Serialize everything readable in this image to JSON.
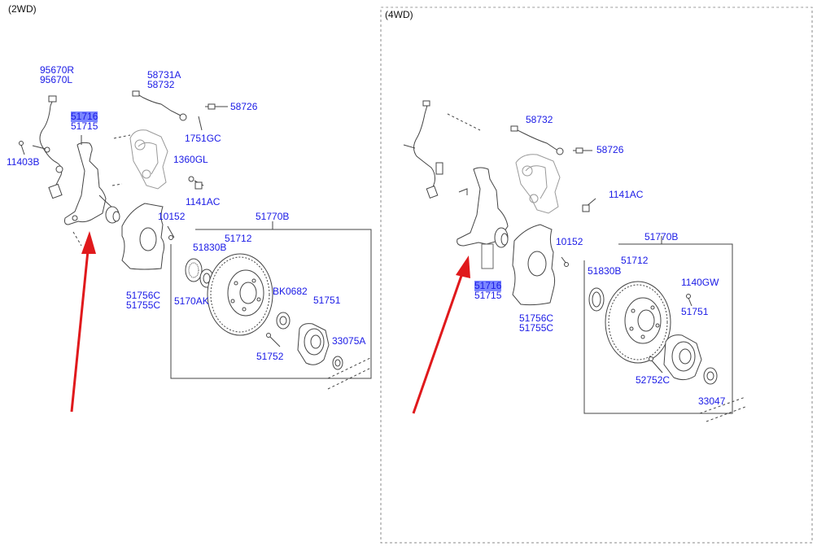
{
  "headings": {
    "left": "(2WD)",
    "right": "(4WD)"
  },
  "colors": {
    "callout_text": "#1a1ae6",
    "callout_highlight": "#7b86ff",
    "line": "#444444",
    "arrow": "#e0191c"
  },
  "callouts_2wd": [
    {
      "id": "95670r",
      "text": "95670R",
      "highlight": false
    },
    {
      "id": "95670l",
      "text": "95670L",
      "highlight": false
    },
    {
      "id": "51716",
      "text": "51716",
      "highlight": true
    },
    {
      "id": "51715",
      "text": "51715",
      "highlight": false
    },
    {
      "id": "11403b",
      "text": "11403B",
      "highlight": false
    },
    {
      "id": "58731a",
      "text": "58731A",
      "highlight": false
    },
    {
      "id": "58732",
      "text": "58732",
      "highlight": false
    },
    {
      "id": "58726",
      "text": "58726",
      "highlight": false
    },
    {
      "id": "1751gc",
      "text": "1751GC",
      "highlight": false
    },
    {
      "id": "1360gl",
      "text": "1360GL",
      "highlight": false
    },
    {
      "id": "1141ac",
      "text": "1141AC",
      "highlight": false
    },
    {
      "id": "10152",
      "text": "10152",
      "highlight": false
    },
    {
      "id": "51770b",
      "text": "51770B",
      "highlight": false
    },
    {
      "id": "51830b",
      "text": "51830B",
      "highlight": false
    },
    {
      "id": "51712",
      "text": "51712",
      "highlight": false
    },
    {
      "id": "51756c",
      "text": "51756C",
      "highlight": false
    },
    {
      "id": "51755c",
      "text": "51755C",
      "highlight": false
    },
    {
      "id": "5170ak",
      "text": "5170AK",
      "highlight": false
    },
    {
      "id": "bk0682",
      "text": "BK0682",
      "highlight": false
    },
    {
      "id": "51751",
      "text": "51751",
      "highlight": false
    },
    {
      "id": "33075a",
      "text": "33075A",
      "highlight": false
    },
    {
      "id": "51752",
      "text": "51752",
      "highlight": false
    }
  ],
  "callouts_4wd": [
    {
      "id": "58732",
      "text": "58732",
      "highlight": false
    },
    {
      "id": "58726",
      "text": "58726",
      "highlight": false
    },
    {
      "id": "1141ac",
      "text": "1141AC",
      "highlight": false
    },
    {
      "id": "10152",
      "text": "10152",
      "highlight": false
    },
    {
      "id": "51770b",
      "text": "51770B",
      "highlight": false
    },
    {
      "id": "51830b",
      "text": "51830B",
      "highlight": false
    },
    {
      "id": "51712",
      "text": "51712",
      "highlight": false
    },
    {
      "id": "1140gw",
      "text": "1140GW",
      "highlight": false
    },
    {
      "id": "51716",
      "text": "51716",
      "highlight": true
    },
    {
      "id": "51715",
      "text": "51715",
      "highlight": false
    },
    {
      "id": "51751",
      "text": "51751",
      "highlight": false
    },
    {
      "id": "51756c",
      "text": "51756C",
      "highlight": false
    },
    {
      "id": "51755c",
      "text": "51755C",
      "highlight": false
    },
    {
      "id": "52752c",
      "text": "52752C",
      "highlight": false
    },
    {
      "id": "33047",
      "text": "33047",
      "highlight": false
    }
  ]
}
